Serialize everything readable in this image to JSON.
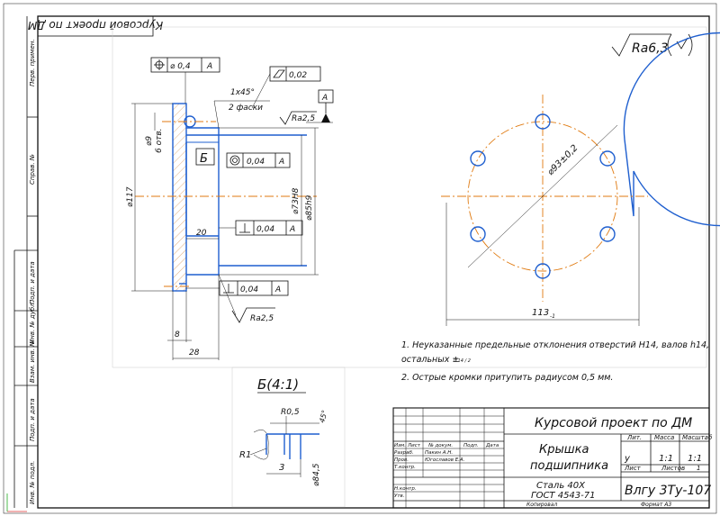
{
  "stamp_top": "Курсовой проект по ДМ",
  "roughness_general": "Ra6,3",
  "left_strip": {
    "perv_primen": "Перв. примен.",
    "sprav_no": "Справ. №",
    "podp_data_1": "Подп. и дата",
    "inv_dubl": "Инв. № дубл.",
    "vzam_inv": "Взам. инв. №",
    "podp_data_2": "Подп. и дата",
    "inv_podl": "Инв. № подл."
  },
  "dims": {
    "pos_tol": "⌀ 0,4",
    "datum_a": "A",
    "flat_tol": "0,02",
    "chamfer": "1x45°",
    "chamfer_note": "2 фаски",
    "ra25_top": "Ra2,5",
    "hole_dia": "⌀9",
    "hole_count": "6 отв.",
    "section_mark": "Б",
    "conc_tol": "0,04",
    "perp_tol1": "0,04",
    "perp_tol2": "0,04",
    "dia117": "⌀117",
    "dia73": "⌀73H8",
    "dia85": "⌀85h9",
    "dim20": "20",
    "dim8": "8",
    "dim28": "28",
    "ra25_bottom": "Ra2,5",
    "pcd": "⌀93±0,2",
    "dim113": "113",
    "dim113_tol": "-1"
  },
  "detail": {
    "title": "Б(4:1)",
    "r05": "R0,5",
    "r1": "R1",
    "angle": "45°",
    "dim3": "3",
    "dia845": "⌀84,5"
  },
  "notes": {
    "note1": "1. Неуказанные предельные отклонения отверстий H14, валов  h14,",
    "note1b": "остальных ±",
    "note1_frac": "IT14 / 2",
    "note2": "2. Острые кромки притупить радиусом 0,5 мм."
  },
  "title_block": {
    "project": "Курсовой проект по ДМ",
    "part_name_1": "Крышка",
    "part_name_2": "подшипника",
    "material_1": "Сталь 40Х",
    "material_2": "ГОСТ 4543-71",
    "doc_code": "Влгу 3Ту-107",
    "lit_label": "Лит.",
    "mass_label": "Масса",
    "scale_label": "Масштаб",
    "lit_value": "у",
    "mass_value": "1:1",
    "scale_value": "1:1",
    "sheet_label": "Лист",
    "sheets_label": "Листов",
    "sheets_value": "1",
    "izm": "Изм.",
    "list": "Лист",
    "ndokum": "№ докум.",
    "podp": "Подп.",
    "data": "Дата",
    "razrab": "Разраб.",
    "razrab_name": "Пакин А.Н.",
    "prov": "Пров.",
    "prov_name": "Югославов Е.А.",
    "tkontr": "Т.контр.",
    "nkontr": "Н.контр.",
    "utv": "Утв.",
    "kopiroval": "Копировал",
    "format": "Формат   А3"
  }
}
